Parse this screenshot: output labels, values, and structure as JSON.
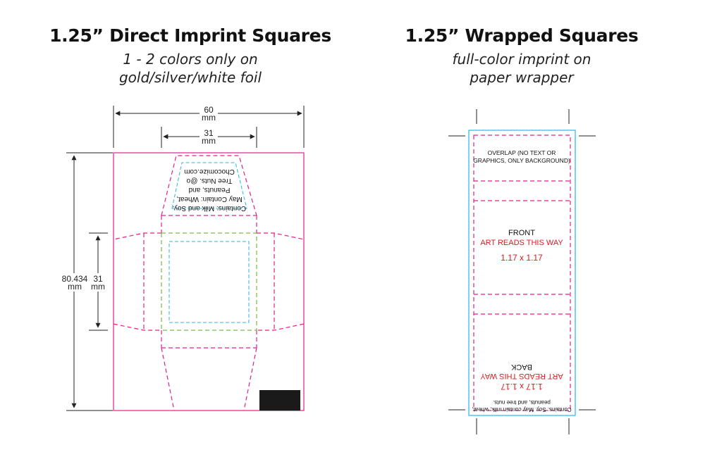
{
  "left": {
    "title": "1.25” Direct Imprint Squares",
    "subtitle_line1": "1 - 2 colors only on",
    "subtitle_line2": "gold/silver/white foil",
    "dim_width_value": "60",
    "dim_width_unit": "mm",
    "dim_inner_value": "31",
    "dim_inner_unit": "mm",
    "dim_height_value": "80.434",
    "dim_height_unit": "mm",
    "dim_side_value": "31",
    "dim_side_unit": "mm",
    "flap_line1": "Contains: Milk and Soy.",
    "flap_line2": "May Contain: Wheat,",
    "flap_line3": "Peanuts, and",
    "flap_line4": "Tree Nuts. @o",
    "flap_line5": "Chocomize.com"
  },
  "right": {
    "title": "1.25” Wrapped Squares",
    "subtitle_line1": "full-color imprint on",
    "subtitle_line2": "paper wrapper",
    "overlap_line1": "OVERLAP (NO TEXT OR",
    "overlap_line2": "GRAPHICS, ONLY BACKGROUND)",
    "front_label": "FRONT",
    "front_art": "ART READS THIS WAY",
    "front_size": "1.17 x 1.17",
    "ingredients_line1": "Contains: Soy. May contain milk, wheat,",
    "ingredients_line2": "peanuts, and tree nuts.",
    "back_label": "BACK",
    "back_art": "ART READS THIS WAY",
    "back_size": "1.17 x 1.17"
  },
  "colors": {
    "magenta": "#e0218a",
    "cyan": "#29b6e6",
    "green": "#7ab648",
    "red": "#e4161e",
    "black": "#1a1a1a"
  }
}
